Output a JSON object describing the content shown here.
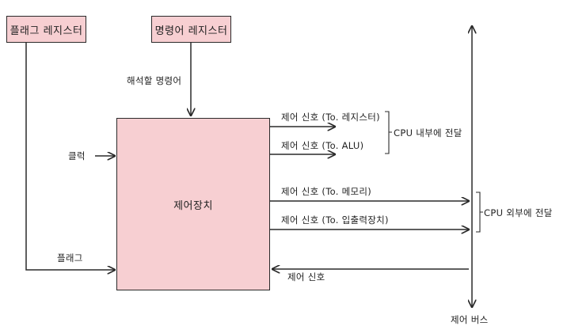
{
  "boxes": {
    "flag_register": "플래그 레지스터",
    "instruction_register": "명령어 레지스터",
    "control_unit": "제어장치"
  },
  "labels": {
    "decoded_instruction": "해석할 명령어",
    "clock": "클럭",
    "flag": "플래그",
    "sig_to_register": "제어 신호 (To. 레지스터)",
    "sig_to_alu": "제어 신호 (To. ALU)",
    "sig_to_memory": "제어 신호 (To. 메모리)",
    "sig_to_io": "제어 신호 (To. 입출력장치)",
    "sig_incoming": "제어 신호",
    "cpu_internal": "CPU 내부에 전달",
    "cpu_external": "CPU 외부에 전달",
    "control_bus": "제어 버스"
  }
}
